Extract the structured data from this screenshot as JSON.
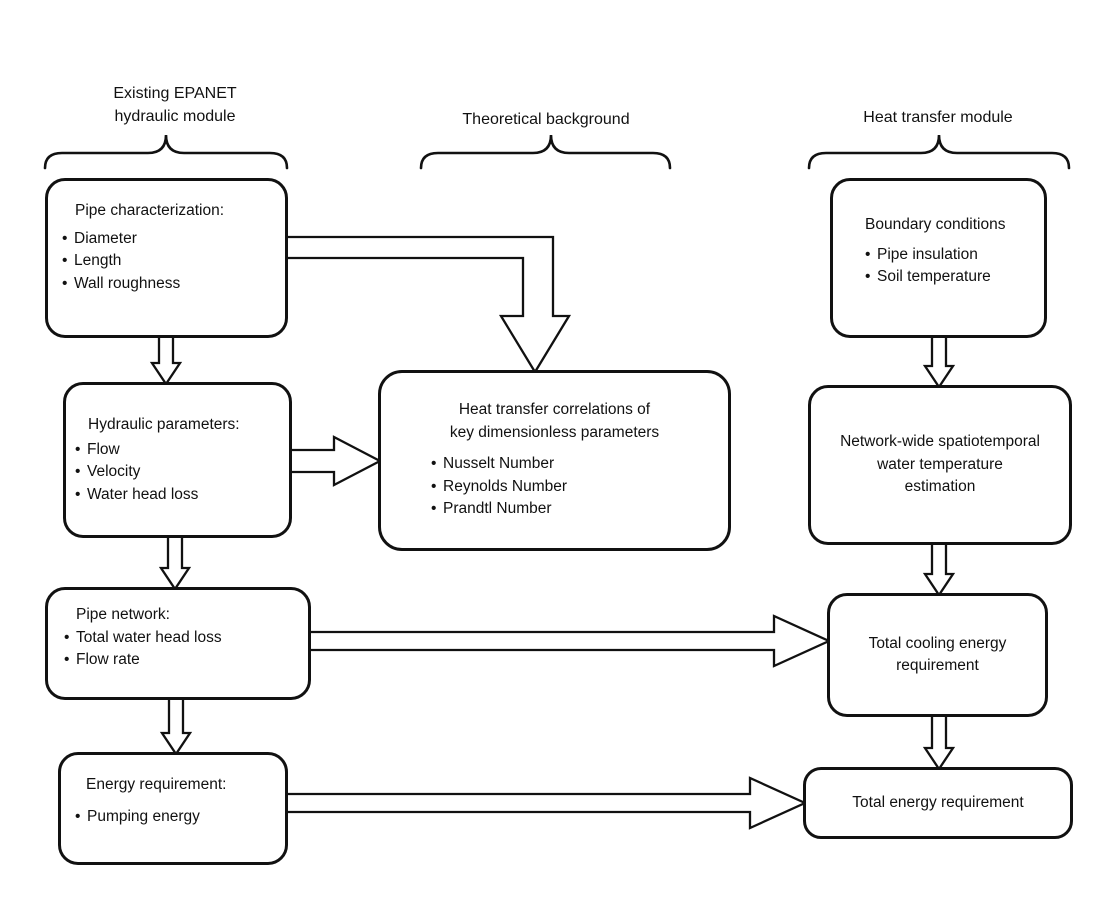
{
  "bullet_char": "•",
  "colors": {
    "line": "#111111",
    "background": "#ffffff",
    "text": "#111111"
  },
  "headers": {
    "left": {
      "line1": "Existing EPANET",
      "line2": "hydraulic module"
    },
    "middle": {
      "line1": "Theoretical background"
    },
    "right": {
      "line1": "Heat transfer module"
    }
  },
  "boxes": {
    "pipe_characterization": {
      "title": "Pipe characterization:",
      "items": [
        "Diameter",
        "Length",
        "Wall roughness"
      ]
    },
    "hydraulic_parameters": {
      "title": "Hydraulic parameters:",
      "items": [
        "Flow",
        "Velocity",
        "Water head loss"
      ]
    },
    "pipe_network": {
      "title": "Pipe network:",
      "items": [
        "Total water head loss",
        "Flow rate"
      ]
    },
    "energy_requirement": {
      "title": "Energy requirement:",
      "items": [
        "Pumping energy"
      ]
    },
    "heat_transfer_correlations": {
      "title_line1": "Heat transfer correlations of",
      "title_line2": "key dimensionless parameters",
      "items": [
        "Nusselt Number",
        "Reynolds Number",
        "Prandtl Number"
      ]
    },
    "boundary_conditions": {
      "title": "Boundary conditions",
      "items": [
        "Pipe insulation",
        "Soil temperature"
      ]
    },
    "water_temperature_estimation": {
      "lines": [
        "Network-wide spatiotemporal",
        "water temperature",
        "estimation"
      ]
    },
    "total_cooling": {
      "lines": [
        "Total cooling energy",
        "requirement"
      ]
    },
    "total_energy": {
      "lines": [
        "Total energy requirement"
      ]
    }
  }
}
